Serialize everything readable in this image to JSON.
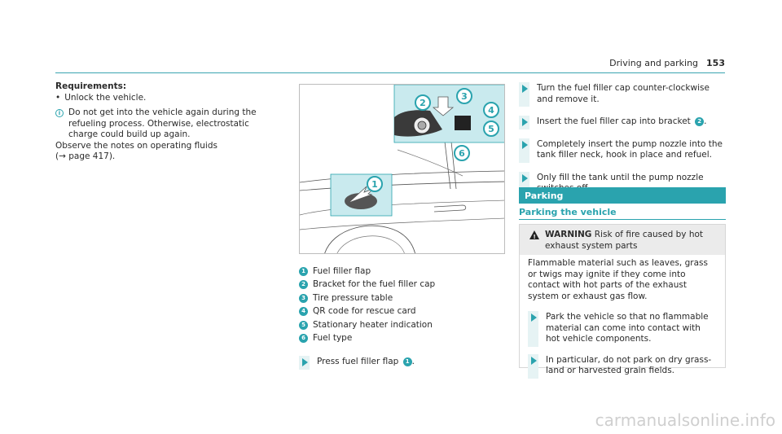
{
  "header": {
    "section": "Driving and parking",
    "page": "153"
  },
  "left": {
    "req_title": "Requirements:",
    "req_bullet": "Unlock the vehicle.",
    "note": "Do not get into the vehicle again during the refueling process. Otherwise, electrostatic charge could build up again.",
    "observe_line1": "Observe the notes on operating fluids",
    "observe_line2": "(→ page 417)."
  },
  "figure": {
    "callouts": [
      "1",
      "2",
      "3",
      "4",
      "5",
      "6"
    ]
  },
  "legend": [
    {
      "num": "1",
      "label": "Fuel filler flap"
    },
    {
      "num": "2",
      "label": "Bracket for the fuel filler cap"
    },
    {
      "num": "3",
      "label": "Tire pressure table"
    },
    {
      "num": "4",
      "label": "QR code for rescue card"
    },
    {
      "num": "5",
      "label": "Stationary heater indication"
    },
    {
      "num": "6",
      "label": "Fuel type"
    }
  ],
  "step_press": {
    "text": "Press fuel filler flap",
    "ref": "1",
    "end": "."
  },
  "right_steps": [
    {
      "text": "Turn the fuel filler cap counter-clockwise and remove it."
    },
    {
      "text": "Insert the fuel filler cap into bracket",
      "ref": "2",
      "end": "."
    },
    {
      "text": "Completely insert the pump nozzle into the tank filler neck, hook in place and refuel."
    },
    {
      "text": "Only fill the tank until the pump nozzle switches off."
    }
  ],
  "parking": {
    "section_title": "Parking",
    "subtitle": "Parking the vehicle",
    "warning_label": "WARNING",
    "warning_title": "Risk of fire caused by hot exhaust system parts",
    "warning_body": "Flammable material such as leaves, grass or twigs may ignite if they come into contact with hot parts of the exhaust system or exhaust gas flow.",
    "steps": [
      "Park the vehicle so that no flammable material can come into contact with hot vehicle components.",
      "In particular, do not park on dry grass-land or harvested grain fields."
    ]
  },
  "watermark": "carmanualsonline.info",
  "colors": {
    "accent": "#2aa3ae",
    "callout_panel": "#c9eaee",
    "warning_bg": "#ebebeb"
  }
}
